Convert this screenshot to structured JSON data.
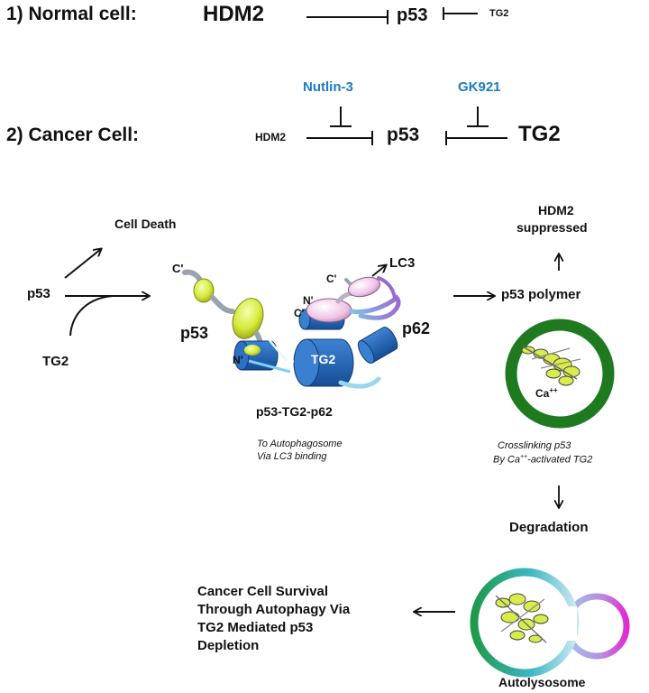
{
  "panel1": {
    "heading": "1) Normal cell:",
    "hdm2": "HDM2",
    "p53": "p53",
    "tg2": "TG2"
  },
  "panel2": {
    "heading": "2) Cancer Cell:",
    "hdm2": "HDM2",
    "p53": "p53",
    "tg2": "TG2",
    "inhibitor_hdm2": "Nutlin-3",
    "inhibitor_tg2": "GK921",
    "inhibitor_color": "#1f7bc4"
  },
  "pathway": {
    "cell_death": "Cell Death",
    "p53_input": "p53",
    "tg2_input": "TG2",
    "complex_p53": "p53",
    "complex_p62": "p62",
    "complex_tg2": "TG2",
    "lc3": "LC3",
    "c_prime_1": "C'",
    "c_prime_2": "C'",
    "c_prime_3": "C'",
    "n_prime_1": "N'",
    "n_prime_2": "N'",
    "n_prime_3": "N'",
    "complex_name": "p53-TG2-p62",
    "complex_note_1": "To Autophagosome",
    "complex_note_2": "Via LC3 binding",
    "hdm2_suppressed_1": "HDM2",
    "hdm2_suppressed_2": "suppressed",
    "p53_polymer": "p53 polymer",
    "calcium": "Ca",
    "calcium_charge": "++",
    "crosslink_1": "Crosslinking p53",
    "crosslink_2_a": "By Ca",
    "crosslink_2_sup": "++",
    "crosslink_2_b": "-activated TG2",
    "degradation": "Degradation",
    "survival_1": "Cancer Cell Survival",
    "survival_2": "Through Autophagy Via",
    "survival_3": "TG2 Mediated p53",
    "survival_4": "Depletion",
    "autolysosome": "Autolysosome"
  },
  "colors": {
    "tg2_blue": "#1e5aa8",
    "p53_green": "#d8ec4a",
    "p62_pink": "#f0c6e6",
    "ring_green": "#1f7a1f",
    "tail_purple": "#9a6ad0"
  }
}
